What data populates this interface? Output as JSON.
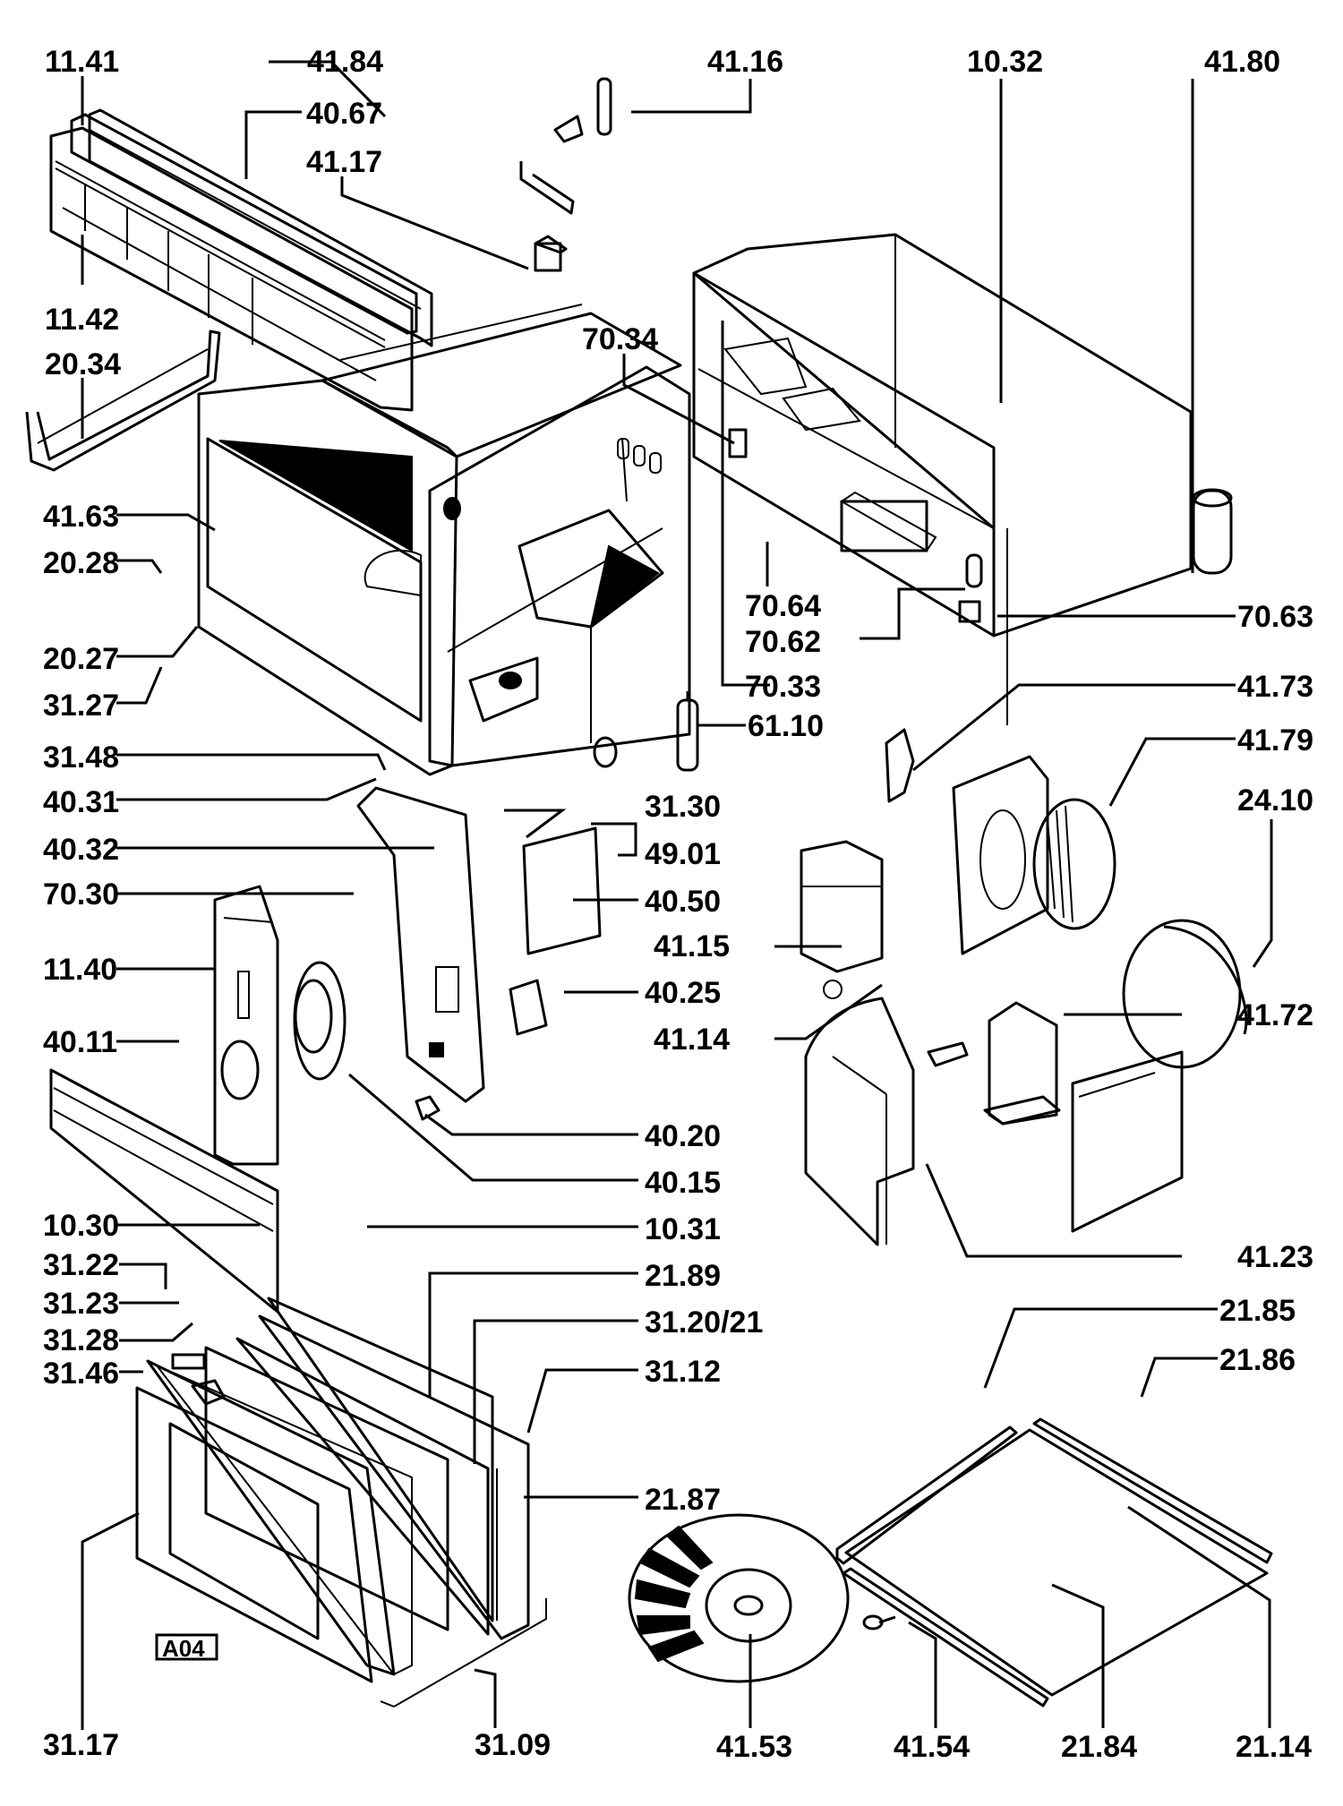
{
  "diagram": {
    "title": "Microwave oven exploded parts view",
    "sheet_code": "A04",
    "labels": {
      "p1141": "11.41",
      "p4184": "41.84",
      "p4116": "41.16",
      "p1032": "10.32",
      "p4180": "41.80",
      "p4067": "40.67",
      "p4117": "41.17",
      "p1142": "11.42",
      "p2034": "20.34",
      "p7034": "70.34",
      "p4163": "41.63",
      "p2028": "20.28",
      "p7064": "70.64",
      "p7062": "70.62",
      "p7063": "70.63",
      "p2027": "20.27",
      "p3127": "31.27",
      "p7033": "70.33",
      "p4173": "41.73",
      "p3148": "31.48",
      "p6110": "61.10",
      "p4179": "41.79",
      "p4031": "40.31",
      "p3130": "31.30",
      "p2410": "24.10",
      "p4032": "40.32",
      "p4901": "49.01",
      "p7030": "70.30",
      "p4050": "40.50",
      "p4115": "41.15",
      "p1140": "11.40",
      "p4025": "40.25",
      "p4011": "40.11",
      "p4114": "41.14",
      "p4172": "41.72",
      "p4020": "40.20",
      "p4015": "40.15",
      "p1030": "10.30",
      "p1031": "10.31",
      "p4123": "41.23",
      "p3122": "31.22",
      "p2189": "21.89",
      "p3123": "31.23",
      "p3120": "31.20/21",
      "p2185": "21.85",
      "p3128": "31.28",
      "p3146": "31.46",
      "p3112": "31.12",
      "p2186": "21.86",
      "p2187": "21.87",
      "p3117": "31.17",
      "p3109": "31.09",
      "p4153": "41.53",
      "p4154": "41.54",
      "p2184": "21.84",
      "p2114": "21.14"
    }
  }
}
